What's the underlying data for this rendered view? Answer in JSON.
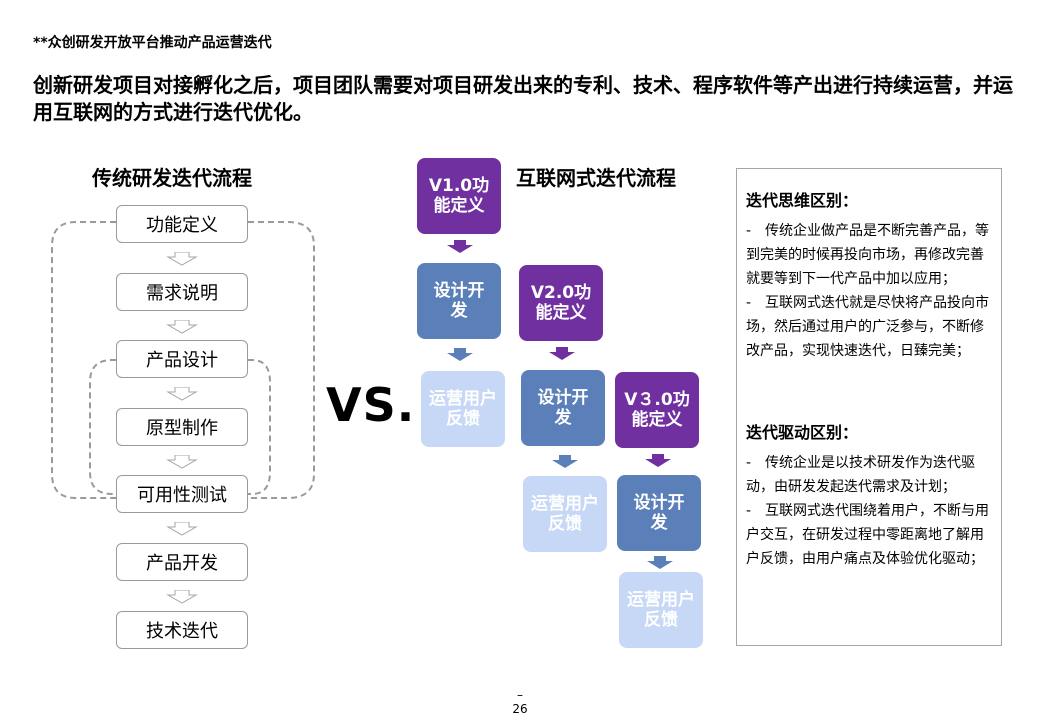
{
  "header": {
    "text": "**众创研发开放平台推动产品运营迭代"
  },
  "headline": {
    "text": "创新研发项目对接孵化之后，项目团队需要对项目研发出来的专利、技术、程序软件等产出进行持续运营，并运用互联网的方式进行迭代优化。"
  },
  "traditional": {
    "title": "传统研发迭代流程",
    "steps": [
      "功能定义",
      "需求说明",
      "产品设计",
      "原型制作",
      "可用性测试",
      "产品开发",
      "技术迭代"
    ]
  },
  "vs_label": "VS.",
  "internet": {
    "title": "互联网式迭代流程",
    "col1": {
      "version": "V1.0功能定义",
      "design": "设计开发",
      "feedback": "运营用户反馈"
    },
    "col2": {
      "version": "V2.0功能定义",
      "design": "设计开发",
      "feedback": "运营用户反馈"
    },
    "col3": {
      "version": "V３.0功能定义",
      "design": "设计开发",
      "feedback": "运营用户反馈"
    }
  },
  "panel": {
    "thinking_title": "迭代思维区别：",
    "thinking_p1": "-　传统企业做产品是不断完善产品，等到完美的时候再投向市场，再修改完善就要等到下一代产品中加以应用；",
    "thinking_p2": "-　互联网式迭代就是尽快将产品投向市场，然后通过用户的广泛参与，不断修改产品，实现快速迭代，日臻完美；",
    "driver_title": "迭代驱动区别：",
    "driver_p1": "-　传统企业是以技术研发作为迭代驱动，由研发发起迭代需求及计划；",
    "driver_p2": "-　互联网式迭代围绕着用户，不断与用户交互，在研发过程中零距离地了解用户反馈，由用户痛点及体验优化驱动；"
  },
  "footer": {
    "dash": "–",
    "page": "26"
  },
  "colors": {
    "purple": "#7030a0",
    "steel": "#5b7fb8",
    "light": "#c6d8f6",
    "gray_border": "#9a9a9a"
  }
}
